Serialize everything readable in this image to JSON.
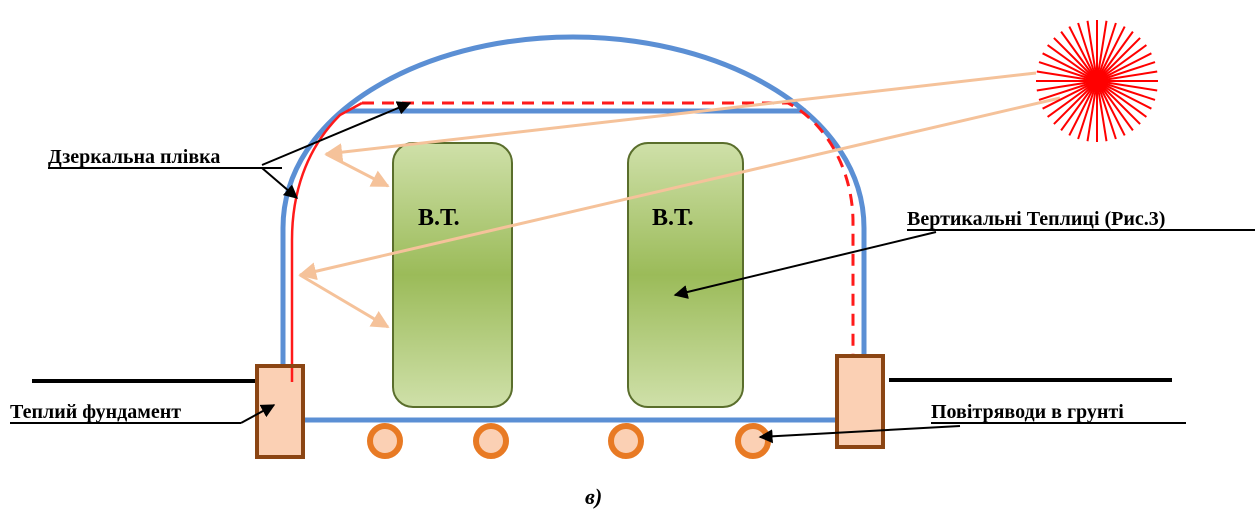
{
  "labels": {
    "mirror_film": "Дзеркальна плівка",
    "vertical_greenhouses": "Вертикальні Теплиці (Рис.3)",
    "warm_foundation": "Теплий фундамент",
    "air_ducts": "Повітряводи в грунті",
    "greenhouse_1": "В.Т.",
    "greenhouse_2": "В.Т.",
    "caption": "в)"
  },
  "colors": {
    "shell": "#5b8fd4",
    "mirror": "#ff1a1a",
    "sun": "#ff0000",
    "sunray": "#f5c29a",
    "greenhouse_fill": "#9bbb59",
    "greenhouse_stroke": "#5a6e2c",
    "foundation_fill": "#fbd0b4",
    "foundation_stroke": "#8b4513",
    "duct": "#e87a24"
  },
  "icons": {
    "sun": "sun-icon",
    "air_duct": "air-duct-icon"
  }
}
